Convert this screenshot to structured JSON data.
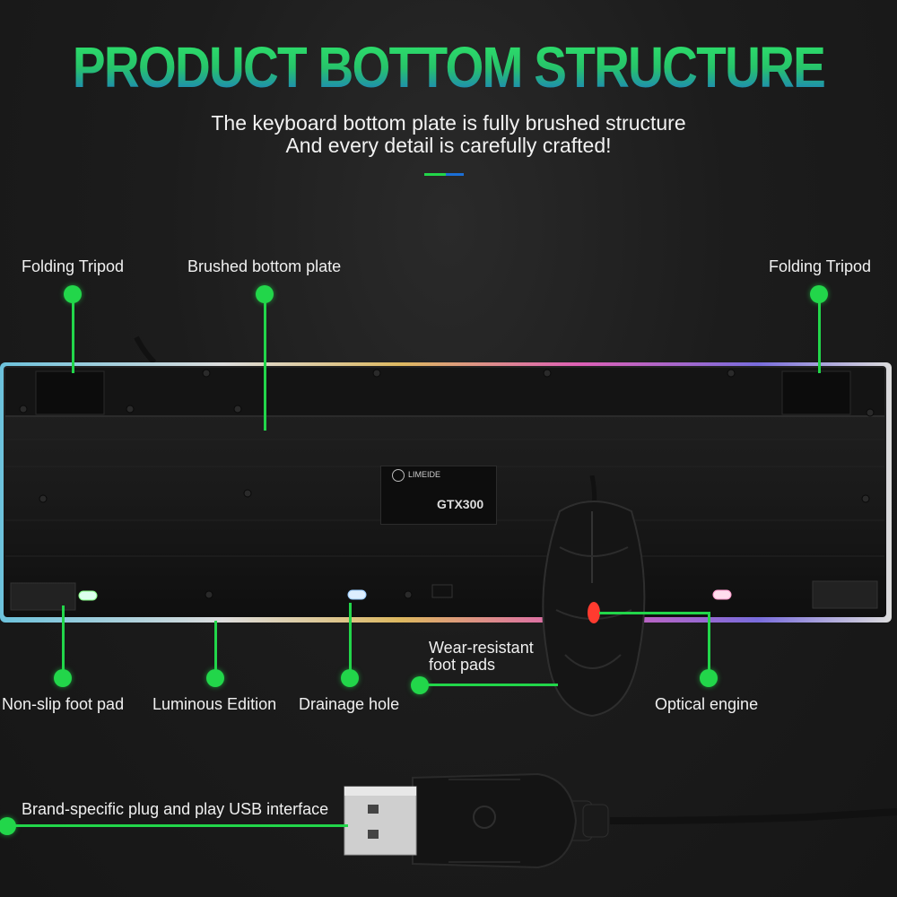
{
  "header": {
    "title": "PRODUCT BOTTOM STRUCTURE",
    "subtitle_line1": "The keyboard bottom plate is fully brushed structure",
    "subtitle_line2": "And every detail is carefully crafted!"
  },
  "labels": {
    "folding_tripod_left": "Folding Tripod",
    "brushed_bottom_plate": "Brushed bottom plate",
    "folding_tripod_right": "Folding Tripod",
    "non_slip_foot_pad": "Non-slip foot pad",
    "luminous_edition": "Luminous Edition",
    "drainage_hole": "Drainage hole",
    "wear_resistant_line1": "Wear-resistant",
    "wear_resistant_line2": "foot pads",
    "optical_engine": "Optical engine",
    "usb_interface": "Brand-specific plug and play USB interface"
  },
  "product_sticker": {
    "brand": "LIMEIDE",
    "model": "GTX300"
  },
  "colors": {
    "accent_green": "#22d64a",
    "title_top": "#2fe86a",
    "title_bottom": "#1b6fd6",
    "background": "#1c1c1c"
  }
}
